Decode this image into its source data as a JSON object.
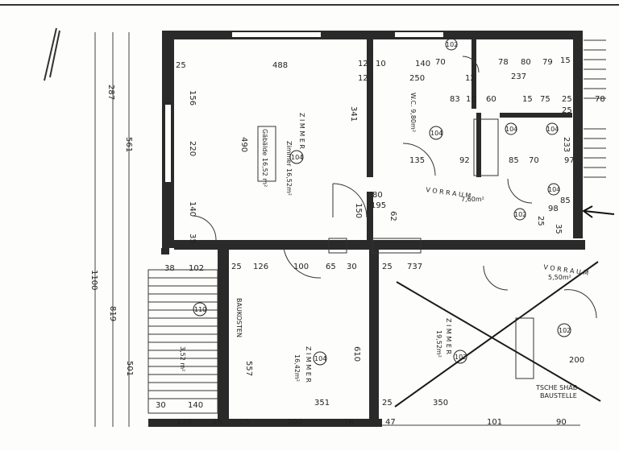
{
  "dimensions": {
    "top_row": [
      "25",
      "488",
      "12",
      "10",
      "140",
      "70",
      "78",
      "80",
      "79",
      "15"
    ],
    "second_row": [
      "12",
      "250",
      "12",
      "237"
    ],
    "left_column": [
      "156",
      "220",
      "140",
      "35"
    ],
    "outer_left": [
      "287",
      "561",
      "1100",
      "819",
      "501"
    ],
    "inner_heights": [
      "341",
      "490",
      "557",
      "610"
    ],
    "wc_area": [
      "83",
      "10",
      "60",
      "15",
      "75",
      "25",
      "25",
      "78",
      "135",
      "92",
      "85",
      "70",
      "233",
      "97"
    ],
    "hall_marks": [
      "80",
      "195",
      "150",
      "85",
      "98",
      "25",
      "35",
      "62"
    ],
    "lower_row": [
      "38",
      "102",
      "25",
      "126",
      "100",
      "65",
      "30",
      "25",
      "737"
    ],
    "bottom_row": [
      "30",
      "140",
      "170",
      "25",
      "25",
      "200",
      "76",
      "47",
      "25",
      "350",
      "101",
      "90",
      "200"
    ],
    "bottom_left": [
      "351"
    ]
  },
  "circle_labels": [
    "104",
    "104",
    "104",
    "104",
    "104",
    "110",
    "102",
    "102",
    "102",
    "102",
    "104"
  ],
  "handwritten": {
    "room1": "Z I M M E R",
    "room1_box": "Gäbälde 16,52 m²",
    "room1_area": "Zimmer 16,52m²",
    "wc": "W.C. 9,80m²",
    "hall": "V O R R A U M",
    "hall_area": "7,60m²",
    "room2": "Z I M M E R",
    "room2_area": "16,42m²",
    "room3": "Z I M M E R",
    "room3_area": "19,52m²",
    "side_hall": "V O R R A U M",
    "side_area": "5,50m²",
    "room2_side_note": "BAUKOSTEN",
    "stair_area": "3,52 m²",
    "stamp_line1": "TSCHE SHAB",
    "stamp_line2": "BAUSTELLE"
  },
  "colors": {
    "line": "#1a1a1a",
    "wall": "#2a2a2a",
    "paper": "#fdfdfb"
  }
}
